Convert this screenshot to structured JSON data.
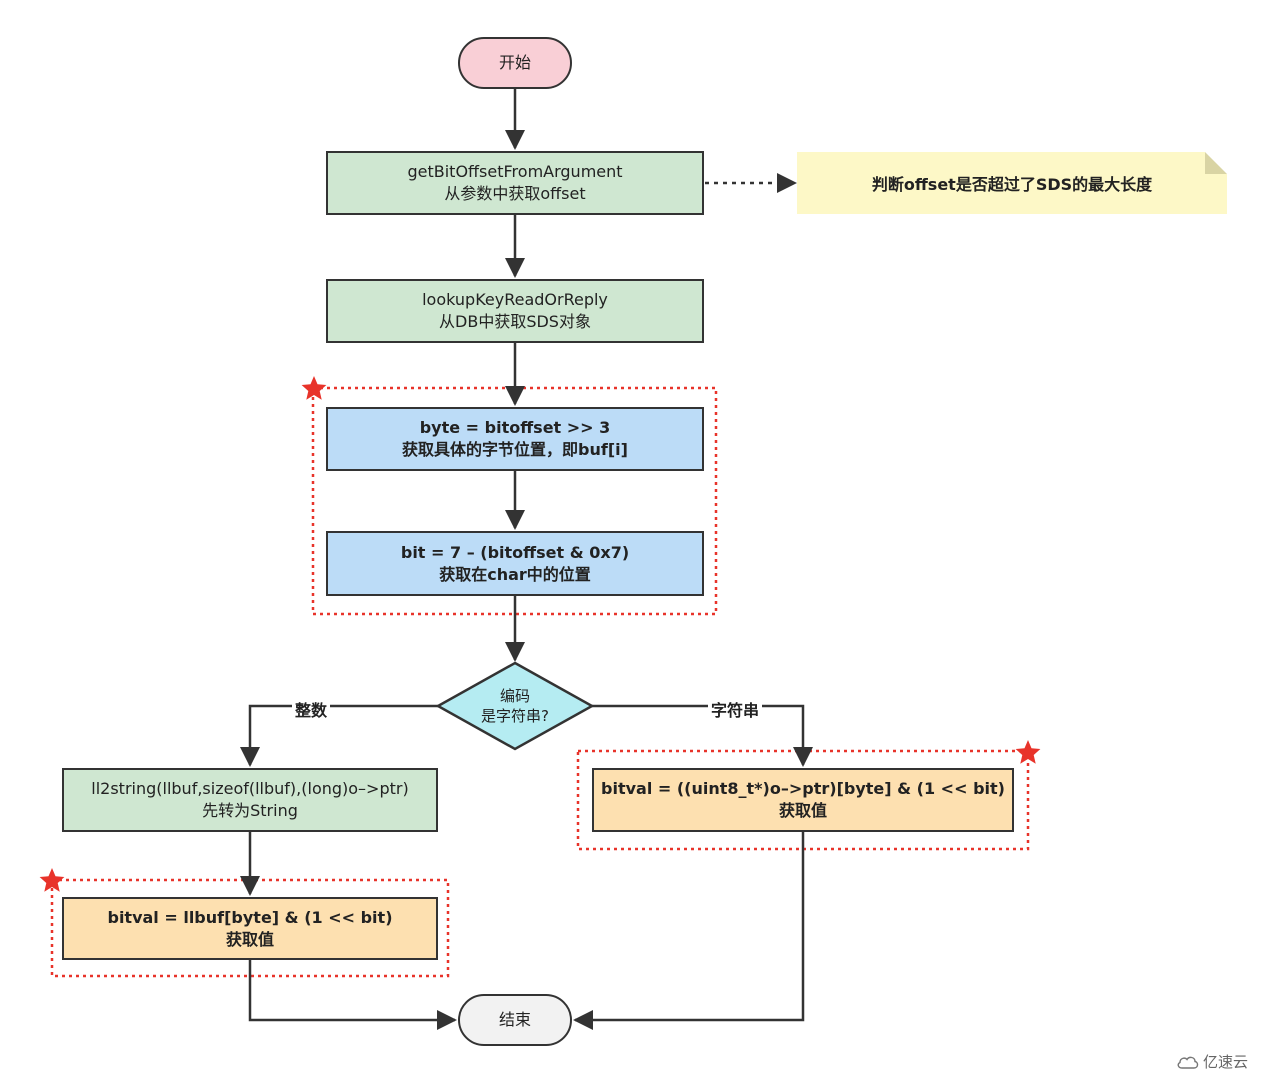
{
  "nodes": {
    "start": "开始",
    "get_offset": {
      "line1": "getBitOffsetFromArgument",
      "line2": "从参数中获取offset"
    },
    "note": "判断offset是否超过了SDS的最大长度",
    "lookup": {
      "line1": "lookupKeyReadOrReply",
      "line2": "从DB中获取SDS对象"
    },
    "byte_calc": {
      "line1": "byte = bitoffset >> 3",
      "line2": "获取具体的字节位置，即buf[i]"
    },
    "bit_calc": {
      "line1": "bit = 7 – (bitoffset & 0x7)",
      "line2": "获取在char中的位置"
    },
    "decision": {
      "line1": "编码",
      "line2": "是字符串?"
    },
    "ll2string": {
      "line1": "ll2string(llbuf,sizeof(llbuf),(long)o–>ptr)",
      "line2": "先转为String"
    },
    "bitval_int": {
      "line1": "bitval = llbuf[byte] & (1 << bit)",
      "line2": "获取值"
    },
    "bitval_str": {
      "line1": "bitval = ((uint8_t*)o–>ptr)[byte] & (1 << bit)",
      "line2": "获取值"
    },
    "end": "结束"
  },
  "branches": {
    "left": "整数",
    "right": "字符串"
  },
  "watermark": "亿速云",
  "colors": {
    "start_fill": "#f9cfd6",
    "green_fill": "#cfe7d1",
    "blue_fill": "#bcdcf7",
    "orange_fill": "#fde0b0",
    "decision_fill": "#b5ecf2",
    "note_fill": "#fdf8c7",
    "highlight_border": "#e8332a",
    "star": "#e8332a"
  }
}
